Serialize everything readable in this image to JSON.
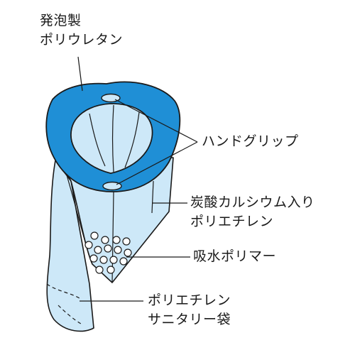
{
  "labels": {
    "foam": {
      "line1": "発泡製",
      "line2": "ポリウレタン"
    },
    "grip": {
      "line1": "ハンドグリップ"
    },
    "pe_calcium": {
      "line1": "炭酸カルシウム入り",
      "line2": "ポリエチレン"
    },
    "polymer": {
      "line1": "吸水ポリマー"
    },
    "bag": {
      "line1": "ポリエチレン",
      "line2": "サニタリー袋"
    }
  },
  "colors": {
    "foam_blue": "#1f8fd6",
    "film_light_blue": "#cde8f8",
    "outline": "#1a1a1a",
    "bead": "#ffffff"
  }
}
